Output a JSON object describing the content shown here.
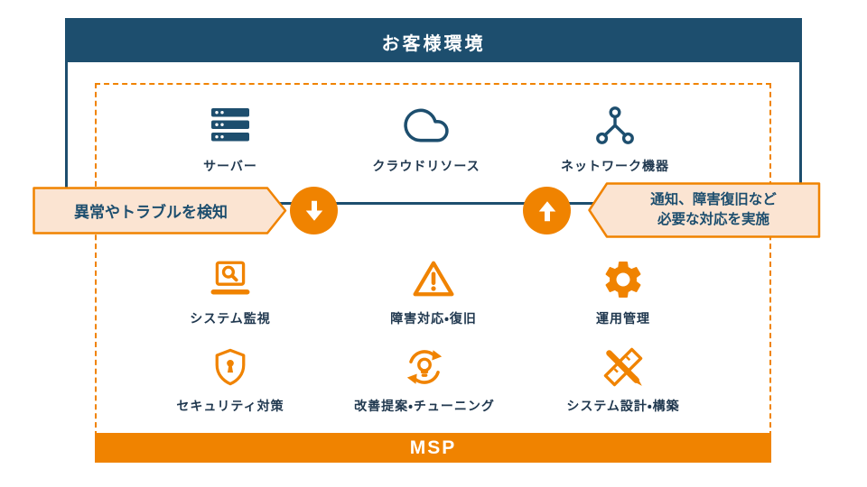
{
  "colors": {
    "navy": "#1D4E6E",
    "orange": "#F08300",
    "callout_bg": "#FBE4D2"
  },
  "customer": {
    "title": "お客様環境",
    "items": [
      {
        "label": "サーバー",
        "icon": "server-icon"
      },
      {
        "label": "クラウドリソース",
        "icon": "cloud-icon"
      },
      {
        "label": "ネットワーク機器",
        "icon": "network-icon"
      }
    ]
  },
  "callouts": {
    "left": "異常やトラブルを検知",
    "right_line1": "通知、障害復旧など",
    "right_line2": "必要な対応を実施"
  },
  "msp": {
    "title": "MSP",
    "services": [
      {
        "label": "システム監視",
        "icon": "monitor-search-icon"
      },
      {
        "label": "障害対応・復旧",
        "icon": "warning-icon"
      },
      {
        "label": "運用管理",
        "icon": "gear-icon"
      },
      {
        "label": "セキュリティ対策",
        "icon": "shield-icon"
      },
      {
        "label": "改善提案・チューニング",
        "icon": "tuning-refresh-icon"
      },
      {
        "label": "システム設計・構築",
        "icon": "design-build-icon"
      }
    ]
  }
}
